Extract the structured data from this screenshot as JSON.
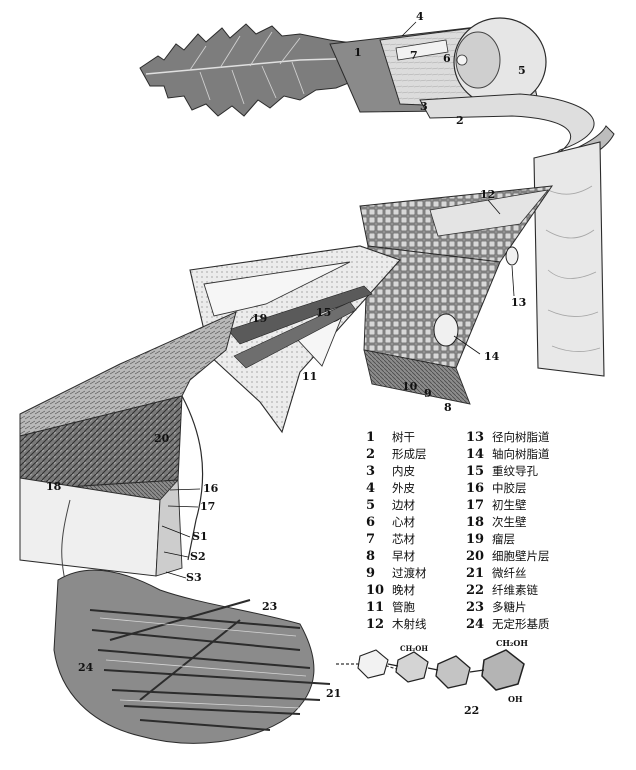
{
  "callouts": [
    {
      "id": "c1",
      "text": "1"
    },
    {
      "id": "c2",
      "text": "2"
    },
    {
      "id": "c3",
      "text": "3"
    },
    {
      "id": "c4",
      "text": "4"
    },
    {
      "id": "c5",
      "text": "5"
    },
    {
      "id": "c6",
      "text": "6"
    },
    {
      "id": "c7",
      "text": "7"
    },
    {
      "id": "c8",
      "text": "8"
    },
    {
      "id": "c9",
      "text": "9"
    },
    {
      "id": "c10",
      "text": "10"
    },
    {
      "id": "c11",
      "text": "11"
    },
    {
      "id": "c12",
      "text": "12"
    },
    {
      "id": "c13",
      "text": "13"
    },
    {
      "id": "c14",
      "text": "14"
    },
    {
      "id": "c15",
      "text": "15"
    },
    {
      "id": "c16",
      "text": "16"
    },
    {
      "id": "c17",
      "text": "17"
    },
    {
      "id": "c18",
      "text": "18"
    },
    {
      "id": "c19",
      "text": "19"
    },
    {
      "id": "c20",
      "text": "20"
    },
    {
      "id": "c21",
      "text": "21"
    },
    {
      "id": "c22",
      "text": "22"
    },
    {
      "id": "c23",
      "text": "23"
    },
    {
      "id": "c24",
      "text": "24"
    },
    {
      "id": "cS1",
      "text": "S1"
    },
    {
      "id": "cS2",
      "text": "S2"
    },
    {
      "id": "cS3",
      "text": "S3"
    }
  ],
  "legend": {
    "left": [
      {
        "num": "1",
        "name": "树干"
      },
      {
        "num": "2",
        "name": "形成层"
      },
      {
        "num": "3",
        "name": "内皮"
      },
      {
        "num": "4",
        "name": "外皮"
      },
      {
        "num": "5",
        "name": "边材"
      },
      {
        "num": "6",
        "name": "心材"
      },
      {
        "num": "7",
        "name": "芯材"
      },
      {
        "num": "8",
        "name": "早材"
      },
      {
        "num": "9",
        "name": "过渡材"
      },
      {
        "num": "10",
        "name": "晚材"
      },
      {
        "num": "11",
        "name": "管胞"
      },
      {
        "num": "12",
        "name": "木射线"
      }
    ],
    "right": [
      {
        "num": "13",
        "name": "径向树脂道"
      },
      {
        "num": "14",
        "name": "轴向树脂道"
      },
      {
        "num": "15",
        "name": "重纹导孔"
      },
      {
        "num": "16",
        "name": "中胶层"
      },
      {
        "num": "17",
        "name": "初生壁"
      },
      {
        "num": "18",
        "name": "次生壁"
      },
      {
        "num": "19",
        "name": "瘤层"
      },
      {
        "num": "20",
        "name": "细胞壁片层"
      },
      {
        "num": "21",
        "name": "微纤丝"
      },
      {
        "num": "22",
        "name": "纤维素链"
      },
      {
        "num": "23",
        "name": "多糖片"
      },
      {
        "num": "24",
        "name": "无定形基质"
      }
    ]
  },
  "molecule_labels": {
    "ch2oh_1": "CH₂OH",
    "ch2oh_2": "CH₂OH",
    "oh": "OH"
  }
}
